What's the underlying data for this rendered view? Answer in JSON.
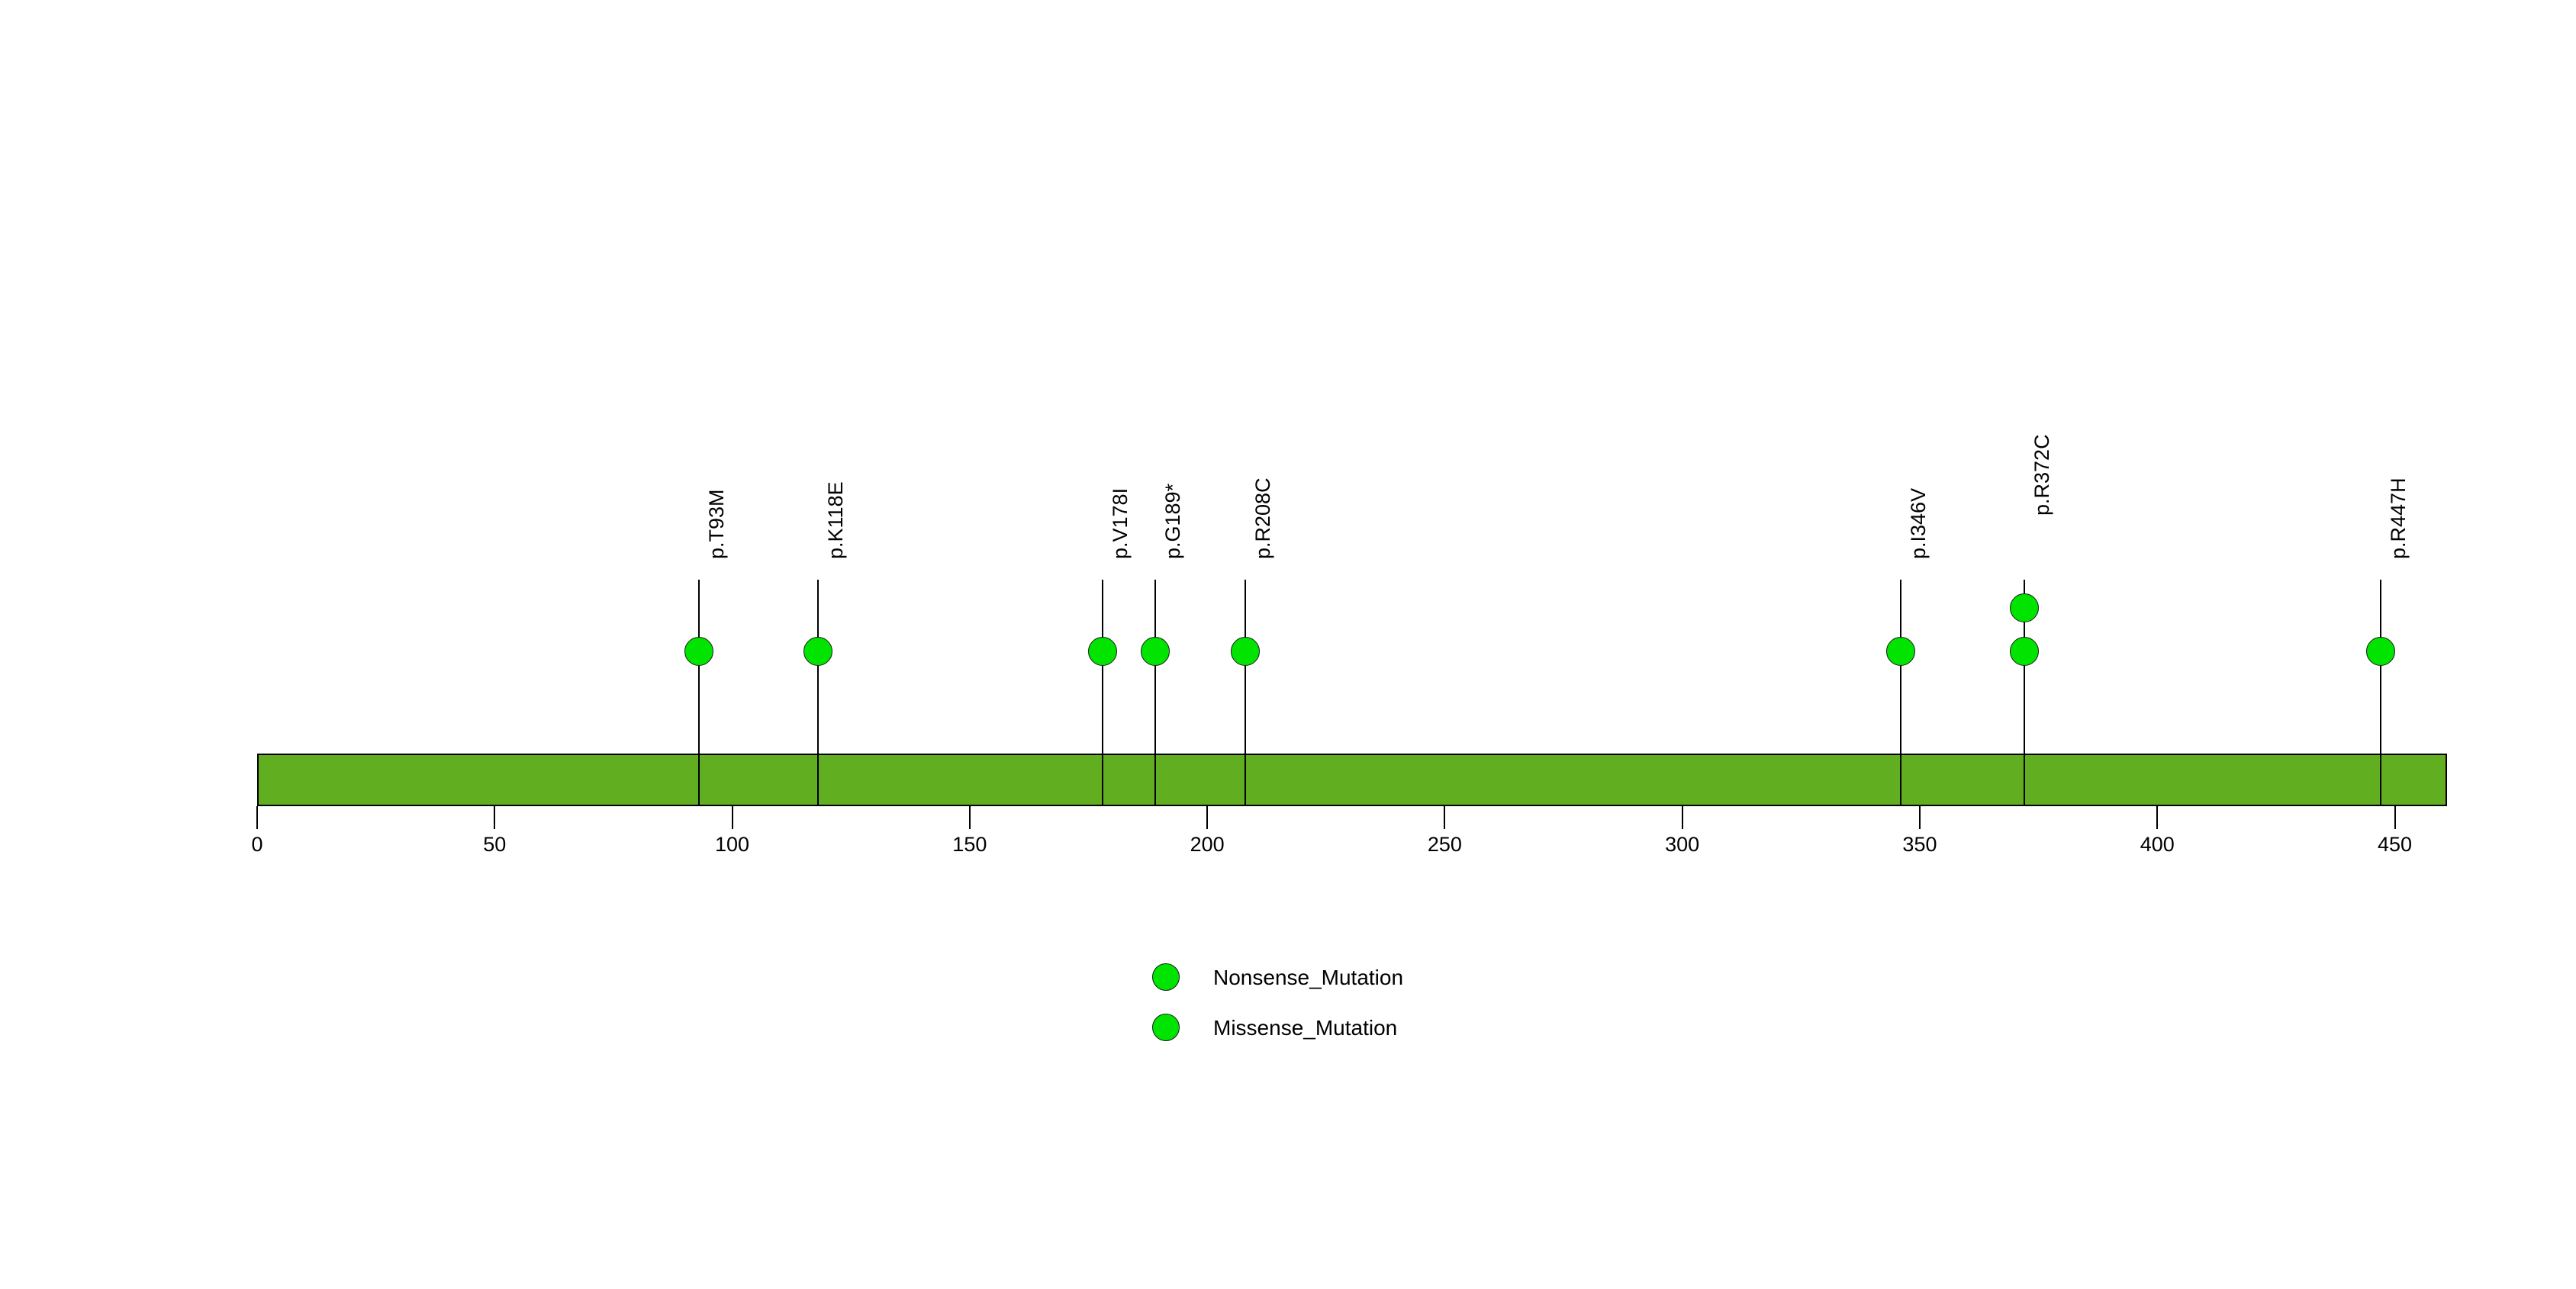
{
  "chart_data": {
    "type": "lollipop",
    "title": "",
    "xlabel": "",
    "ylabel": "",
    "grid": false,
    "legend_position": "bottom-center",
    "protein_length": 461,
    "xlim": [
      0,
      461
    ],
    "axis_ticks": [
      0,
      50,
      100,
      150,
      200,
      250,
      300,
      350,
      400,
      450
    ],
    "axis_tick_labels": [
      "0",
      "50",
      "100",
      "150",
      "200",
      "250",
      "300",
      "350",
      "400",
      "450"
    ],
    "domain_track": {
      "name": "backbone",
      "start": 0,
      "end": 461,
      "color": "#61AF20",
      "border_color": "#000000"
    },
    "mutation_color": "#00E400",
    "categories": [
      "p.T93M",
      "p.K118E",
      "p.V178I",
      "p.G189*",
      "p.R208C",
      "p.I346V",
      "p.R372C",
      "p.R447H"
    ],
    "positions": [
      93,
      118,
      178,
      189,
      208,
      346,
      372,
      447
    ],
    "values": [
      1,
      1,
      1,
      1,
      1,
      1,
      2,
      1
    ],
    "mutations": [
      {
        "label": "p.T93M",
        "position": 93,
        "count": 1,
        "color": "#00E400",
        "type": "Missense_Mutation"
      },
      {
        "label": "p.K118E",
        "position": 118,
        "count": 1,
        "color": "#00E400",
        "type": "Missense_Mutation"
      },
      {
        "label": "p.V178I",
        "position": 178,
        "count": 1,
        "color": "#00E400",
        "type": "Missense_Mutation"
      },
      {
        "label": "p.G189*",
        "position": 189,
        "count": 1,
        "color": "#00E400",
        "type": "Nonsense_Mutation"
      },
      {
        "label": "p.R208C",
        "position": 208,
        "count": 1,
        "color": "#00E400",
        "type": "Missense_Mutation"
      },
      {
        "label": "p.I346V",
        "position": 346,
        "count": 1,
        "color": "#00E400",
        "type": "Missense_Mutation"
      },
      {
        "label": "p.R372C",
        "position": 372,
        "count": 2,
        "color": "#00E400",
        "type": "Missense_Mutation"
      },
      {
        "label": "p.R447H",
        "position": 447,
        "count": 1,
        "color": "#00E400",
        "type": "Missense_Mutation"
      }
    ],
    "legend": [
      {
        "label": "Nonsense_Mutation",
        "color": "#00E400"
      },
      {
        "label": "Missense_Mutation",
        "color": "#00E400"
      }
    ]
  }
}
